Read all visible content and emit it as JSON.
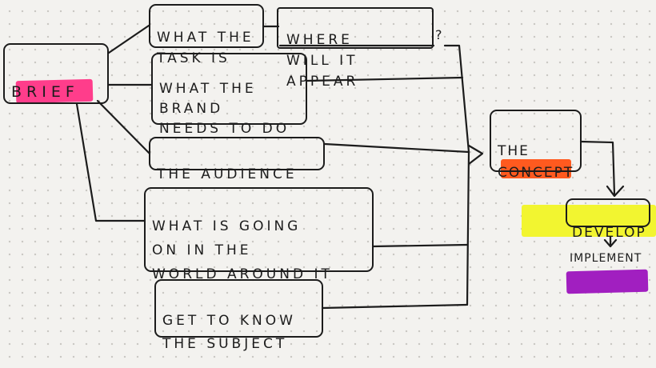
{
  "brief": "BRIEF",
  "task": "WHAT THE\nTASK IS",
  "where": "WHERE\nWILL IT APPEAR",
  "question_mark": "?",
  "brand": "WHAT THE\nBRAND\nNEEDS TO DO",
  "audience": "THE AUDIENCE",
  "world": "WHAT IS GOING\nON IN THE\nWORLD AROUND IT",
  "subject": "GET TO KNOW\nTHE SUBJECT",
  "concept": "THE\nCONCEPT",
  "develop": "DEVELOP",
  "implement": "IMPLEMENT",
  "colors": {
    "brief_highlight": "#ff3d8b",
    "concept_highlight": "#ff5a1f",
    "develop_highlight": "#f2f530",
    "implement_highlight": "#a11fc0"
  }
}
